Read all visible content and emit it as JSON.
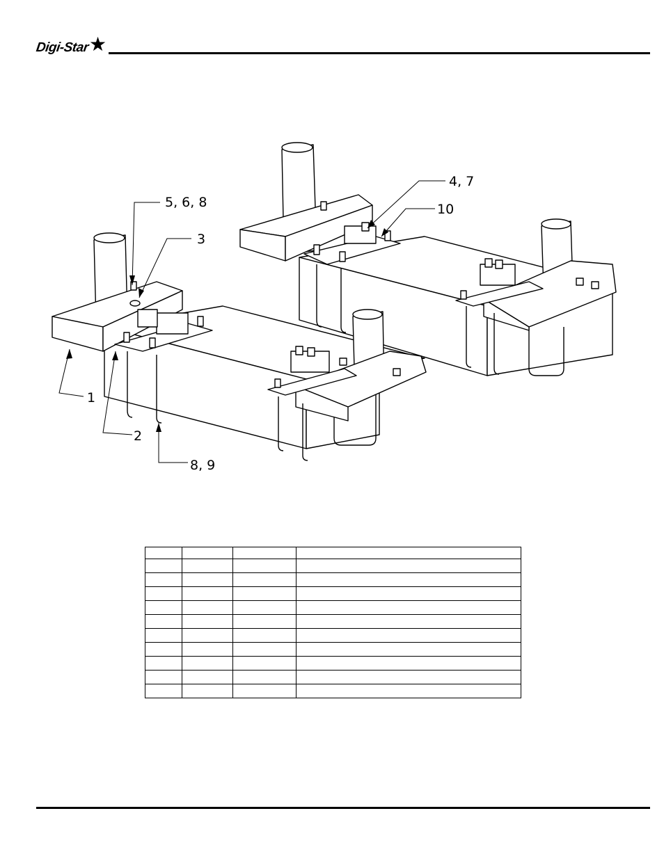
{
  "header": {
    "logo_text": "Digi-Star",
    "logo_star": "★"
  },
  "drawing": {
    "callouts": {
      "c1": "1",
      "c2": "2",
      "c3": "3",
      "c4_7": "4, 7",
      "c5_6_8": "5, 6, 8",
      "c8_9": "8, 9",
      "c10": "10"
    }
  },
  "parts_table": {
    "rows": 11,
    "columns": 4
  }
}
